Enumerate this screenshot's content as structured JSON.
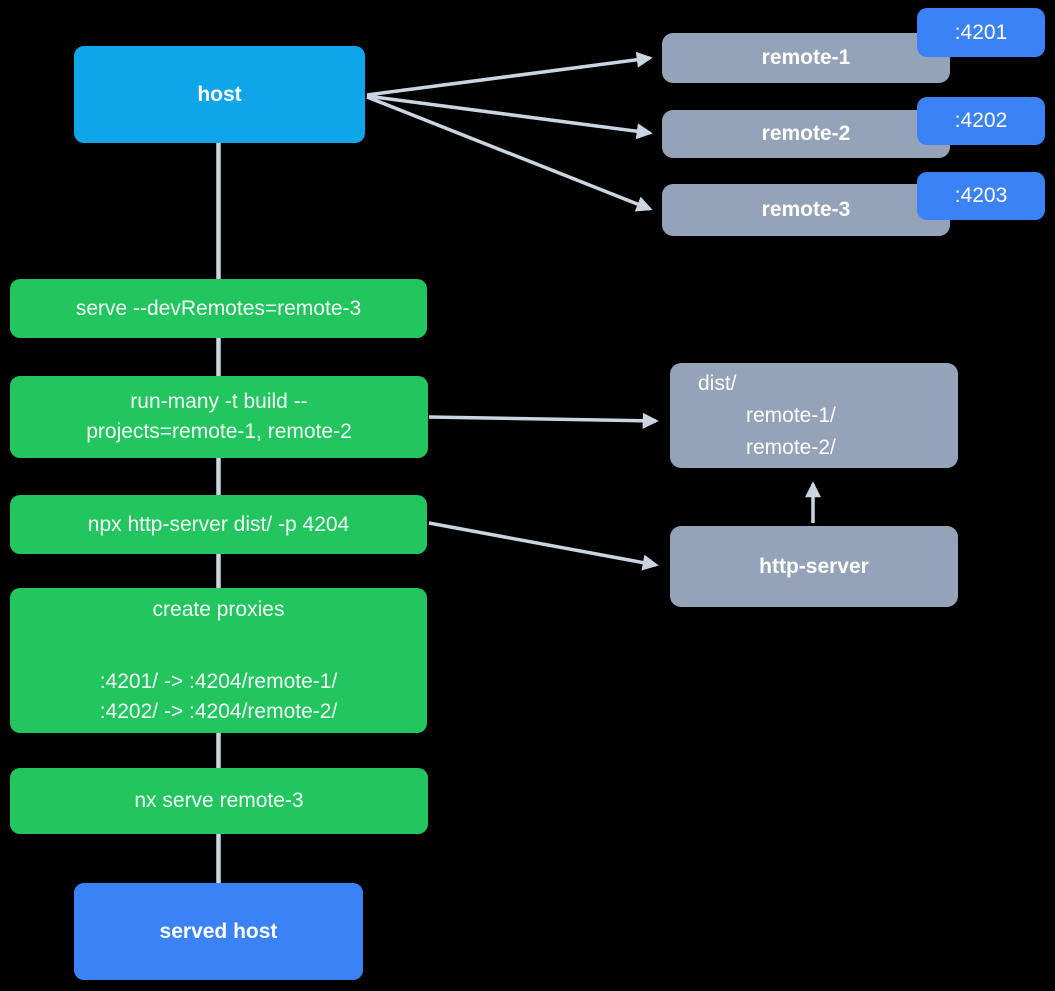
{
  "colors": {
    "background": "#000000",
    "host": "#0ea5e9",
    "served": "#3b82f6",
    "port": "#3b82f6",
    "command": "#22c55e",
    "remote": "#94a3b8",
    "edge": "#cbd5e1"
  },
  "nodes": {
    "host": {
      "label": "host"
    },
    "served_host": {
      "label": "served host"
    },
    "remotes": [
      {
        "label": "remote-1",
        "port": ":4201"
      },
      {
        "label": "remote-2",
        "port": ":4202"
      },
      {
        "label": "remote-3",
        "port": ":4203"
      }
    ],
    "commands": [
      {
        "lines": [
          "serve --devRemotes=remote-3"
        ]
      },
      {
        "lines": [
          "run-many -t build --",
          "projects=remote-1, remote-2"
        ]
      },
      {
        "lines": [
          "npx http-server dist/ -p 4204"
        ]
      },
      {
        "lines": [
          "create proxies",
          "",
          ":4201/ -> :4204/remote-1/",
          ":4202/ -> :4204/remote-2/"
        ]
      },
      {
        "lines": [
          "nx serve remote-3"
        ]
      }
    ],
    "dist": {
      "lines": [
        "dist/",
        "remote-1/",
        "remote-2/"
      ]
    },
    "http_server": {
      "label": "http-server"
    }
  }
}
